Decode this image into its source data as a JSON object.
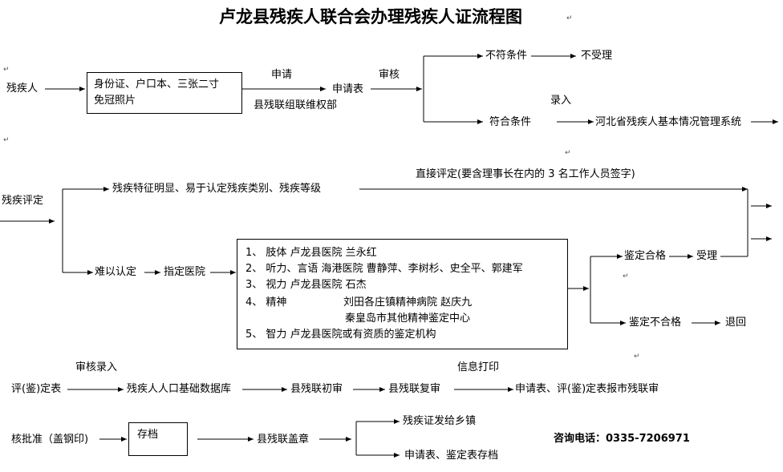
{
  "title": "卢龙县残疾人联合会办理残疾人证流程图",
  "row1": {
    "applicant": "残疾人",
    "docs_line1": "身份证、户口本、三张二寸",
    "docs_line2": "免冠照片",
    "apply_label": "申请",
    "form": "申请表",
    "dept": "县残联组联维权部",
    "review_label": "审核",
    "not_meet": "不符条件",
    "not_accepted": "不受理",
    "enter_label": "录入",
    "meet": "符合条件",
    "system": "河北省残疾人基本情况管理系统"
  },
  "row2": {
    "assessment": "残疾评定",
    "obvious": "残疾特征明显、易于认定残疾类别、残疾等级",
    "direct": "直接评定(要含理事长在内的 3 名工作人员签字)",
    "hard": "难以认定",
    "designated": "指定医院",
    "hospitals": [
      "1、  肢体   卢龙县医院     兰永红",
      "2、  听力、言语    海港医院  曹静萍、李树杉、史全平、郭建军",
      "3、  视力   卢龙县医院    石杰",
      "4、   精神",
      "5、  智力      卢龙县医院或有资质的鉴定机构"
    ],
    "mental_1": "刘田各庄镇精神病院      赵庆九",
    "mental_2": "秦皇岛市其他精神鉴定中心",
    "pass": "鉴定合格",
    "accept": "受理",
    "fail": "鉴定不合格",
    "return": "退回"
  },
  "row3": {
    "review_enter": "审核录入",
    "print_label": "信息打印",
    "eval_form": "评(鉴)定表",
    "database": "残疾人人口基础数据库",
    "first_review": "县残联初审",
    "second_review": "县残联复审",
    "report": "申请表、评(鉴)定表报市残联审"
  },
  "row4": {
    "approve": "核批准（盖钢印)",
    "archive": "存档",
    "seal": "县残联盖章",
    "issue": "残疾证发给乡镇",
    "store": "申请表、鉴定表存档",
    "hotline": "咨询电话：0335-7206971"
  }
}
